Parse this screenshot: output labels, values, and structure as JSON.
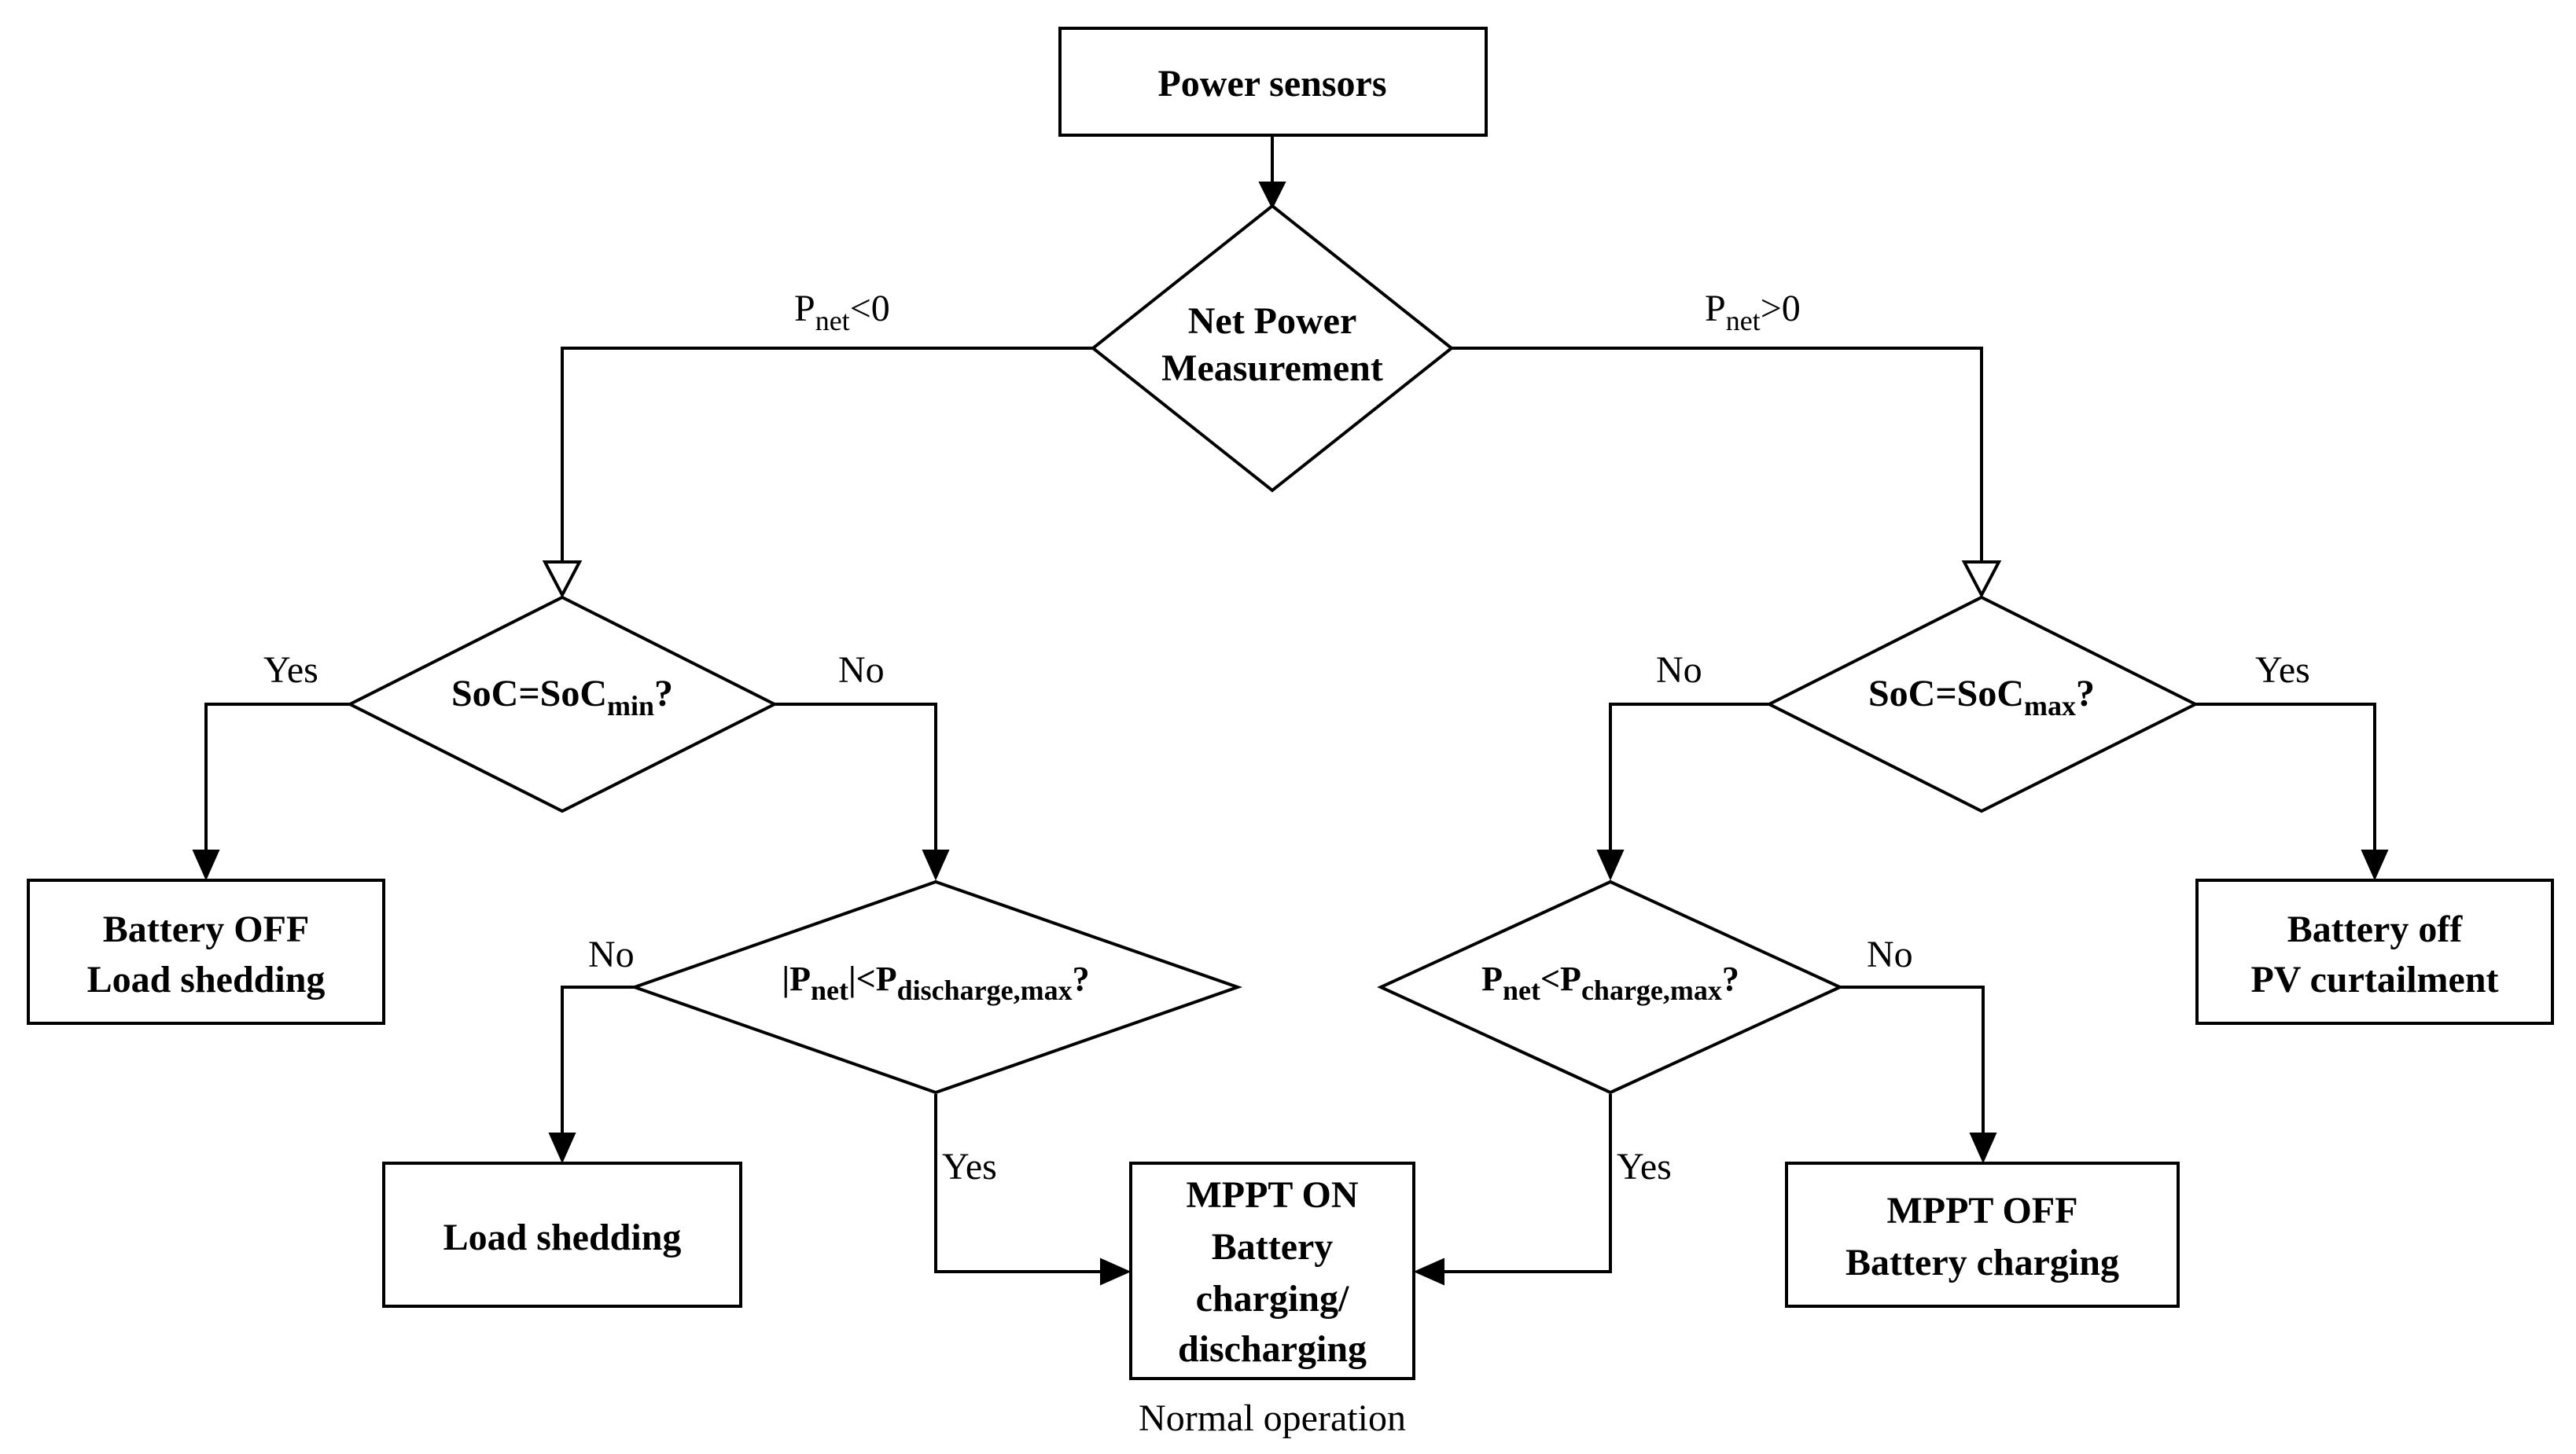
{
  "nodes": {
    "power_sensors": {
      "line1": "Power sensors"
    },
    "net_power": {
      "line1": "Net Power",
      "line2": "Measurement"
    },
    "soc_min": {
      "pre": "SoC=SoC",
      "sub": "min",
      "post": "?"
    },
    "soc_max": {
      "pre": "SoC=SoC",
      "sub": "max",
      "post": "?"
    },
    "battery_off_load": {
      "line1": "Battery OFF",
      "line2": "Load shedding"
    },
    "battery_off_pv": {
      "line1": "Battery off",
      "line2": "PV curtailment"
    },
    "pnet_discharge": {
      "pre": "|P",
      "sub1": "net",
      "mid": "|<P",
      "sub2": "discharge,max",
      "post": "?"
    },
    "pnet_charge": {
      "pre": "P",
      "sub1": "net",
      "mid": "<P",
      "sub2": "charge,max",
      "post": "?"
    },
    "load_shedding": {
      "line1": "Load shedding"
    },
    "mppt_on": {
      "line1": "MPPT ON",
      "line2": "Battery",
      "line3": "charging/",
      "line4": "discharging"
    },
    "mppt_off": {
      "line1": "MPPT OFF",
      "line2": "Battery charging"
    }
  },
  "labels": {
    "pnet_neg": {
      "pre": "P",
      "sub": "net",
      "post": "<0"
    },
    "pnet_pos": {
      "pre": "P",
      "sub": "net",
      "post": ">0"
    },
    "soc_min_yes": "Yes",
    "soc_min_no": "No",
    "soc_max_no": "No",
    "soc_max_yes": "Yes",
    "discharge_no": "No",
    "discharge_yes": "Yes",
    "charge_no": "No",
    "charge_yes": "Yes",
    "normal_operation": "Normal operation"
  }
}
